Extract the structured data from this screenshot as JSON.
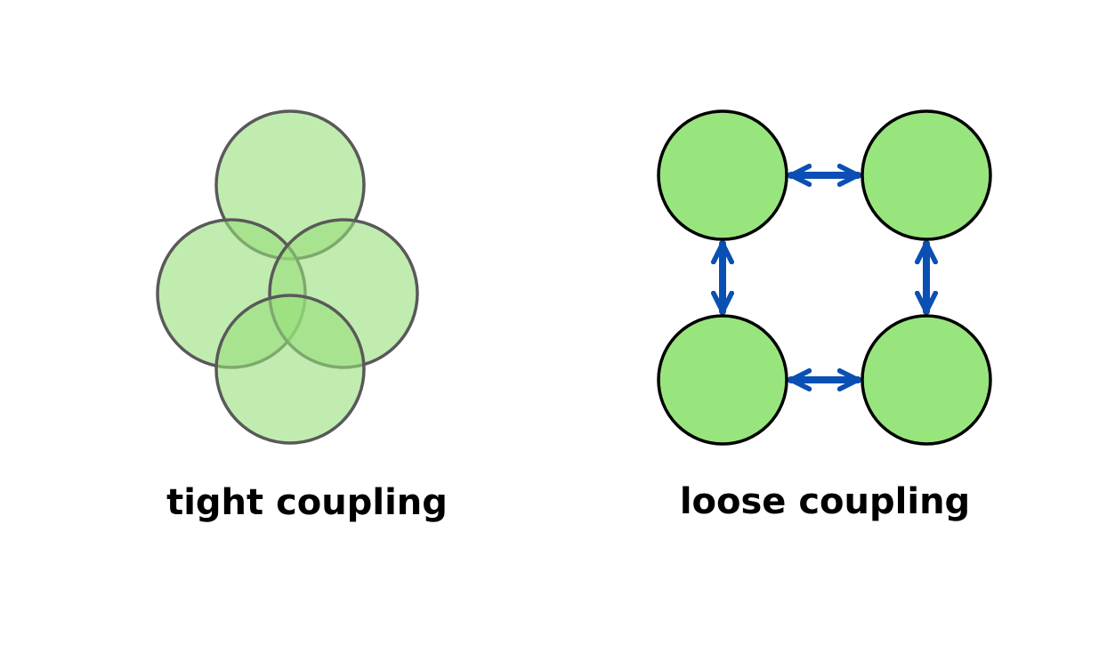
{
  "colors": {
    "background": "#ffffff",
    "tight_fill": "#98e07c",
    "tight_fill_opacity": 0.6,
    "tight_stroke": "#595959",
    "loose_fill": "#98e57d",
    "loose_stroke": "#000000",
    "arrow": "#0a4fb4",
    "text": "#000000"
  },
  "tight": {
    "label": "tight coupling",
    "circles": [
      "top",
      "left",
      "right",
      "bottom"
    ]
  },
  "loose": {
    "label": "loose coupling",
    "nodes": [
      "top-left",
      "top-right",
      "bottom-left",
      "bottom-right"
    ],
    "connections": [
      {
        "from": "top-left",
        "to": "top-right",
        "direction": "bidirectional"
      },
      {
        "from": "top-left",
        "to": "bottom-left",
        "direction": "bidirectional"
      },
      {
        "from": "top-right",
        "to": "bottom-right",
        "direction": "bidirectional"
      },
      {
        "from": "bottom-left",
        "to": "bottom-right",
        "direction": "bidirectional"
      }
    ]
  }
}
